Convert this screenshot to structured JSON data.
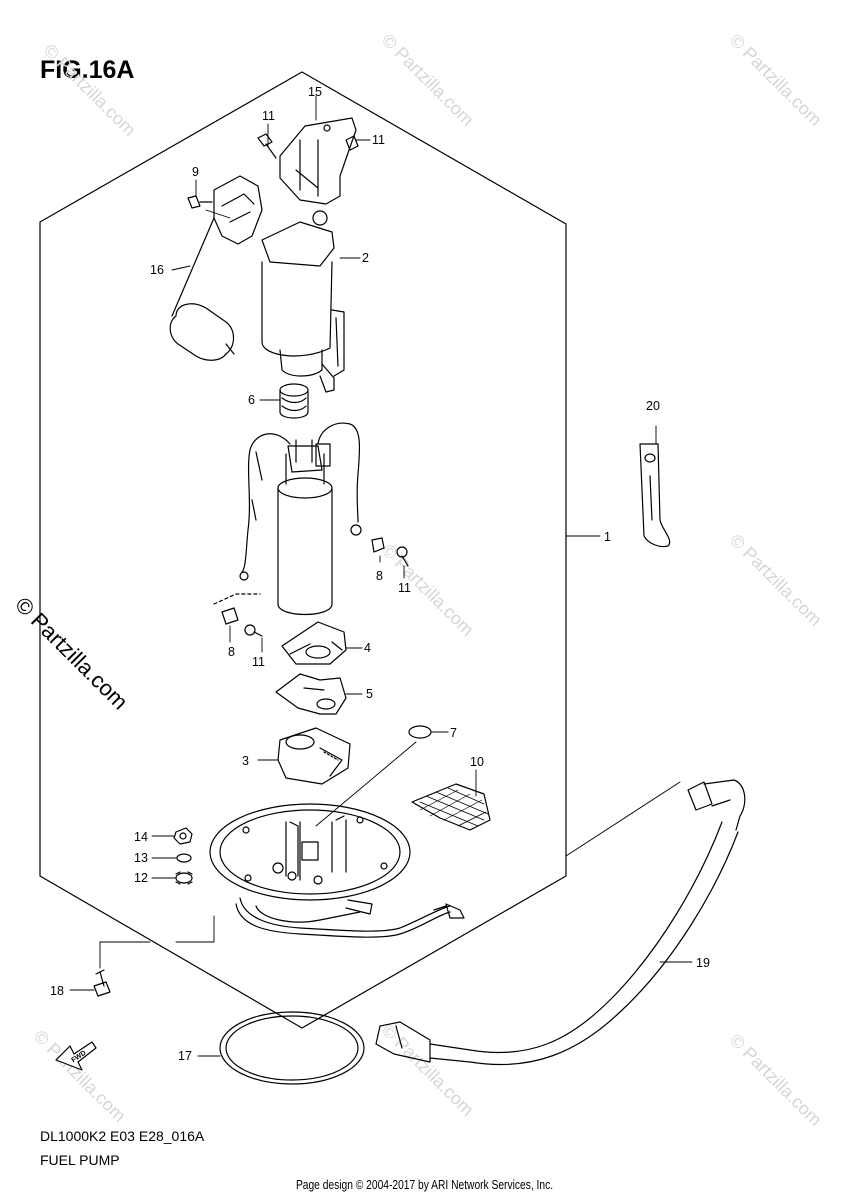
{
  "figure": {
    "title": "FIG.16A",
    "model_code": "DL1000K2 E03 E28_016A",
    "caption": "FUEL PUMP"
  },
  "watermark": {
    "text": "© Partzilla.com",
    "faint_text": "© Partzilla.com"
  },
  "fwd_icon_label": "FWD",
  "footer": {
    "copyright": "Page design © 2004-2017 by ARI Network Services, Inc."
  },
  "callouts": {
    "c1": "1",
    "c2": "2",
    "c3": "3",
    "c4": "4",
    "c5": "5",
    "c6": "6",
    "c7": "7",
    "c8a": "8",
    "c8b": "8",
    "c9": "9",
    "c10": "10",
    "c11a": "11",
    "c11b": "11",
    "c11c": "11",
    "c11d": "11",
    "c12": "12",
    "c13": "13",
    "c14": "14",
    "c15": "15",
    "c16": "16",
    "c17": "17",
    "c18": "18",
    "c19": "19",
    "c20": "20"
  },
  "colors": {
    "line": "#000000",
    "background": "#ffffff",
    "watermark_faint": "#d6d6d6"
  }
}
